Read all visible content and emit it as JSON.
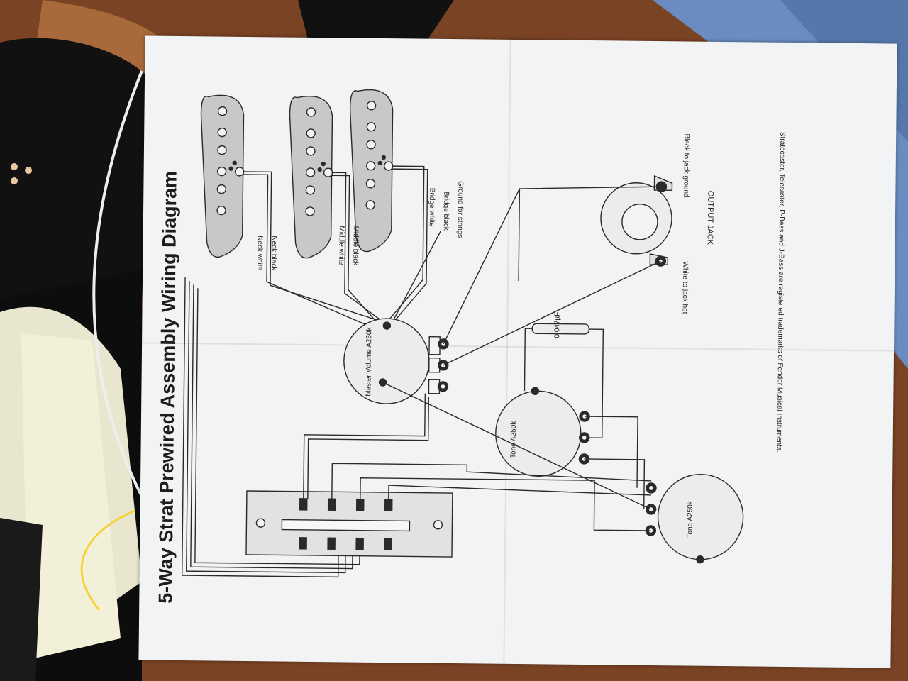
{
  "title": "5-Way Strat Prewired Assembly Wiring Diagram",
  "pickup_labels": {
    "neck_white": "Neck white",
    "neck_black": "Neck black",
    "middle_white": "Middle white",
    "middle_black": "Middle black",
    "bridge_white": "Bridge white",
    "bridge_black": "Bridge black",
    "ground": "Ground for strings"
  },
  "pots": {
    "master": "Master Volume A250k",
    "tone1": "Tone A250k",
    "tone2": "Tone A250k"
  },
  "capacitor": "0.047µF",
  "jack": {
    "name": "OUTPUT JACK",
    "hot": "White to jack hot",
    "ground": "Black to jack ground"
  },
  "footer": "Stratocaster, Telecaster, P-Bass and J-Bass are registered trademarks of Fender Musical Instruments.",
  "colors": {
    "paper": "#f2f3f5",
    "ink": "#2a2a2a",
    "wood": "#8a4a22",
    "guard": "#111111"
  }
}
